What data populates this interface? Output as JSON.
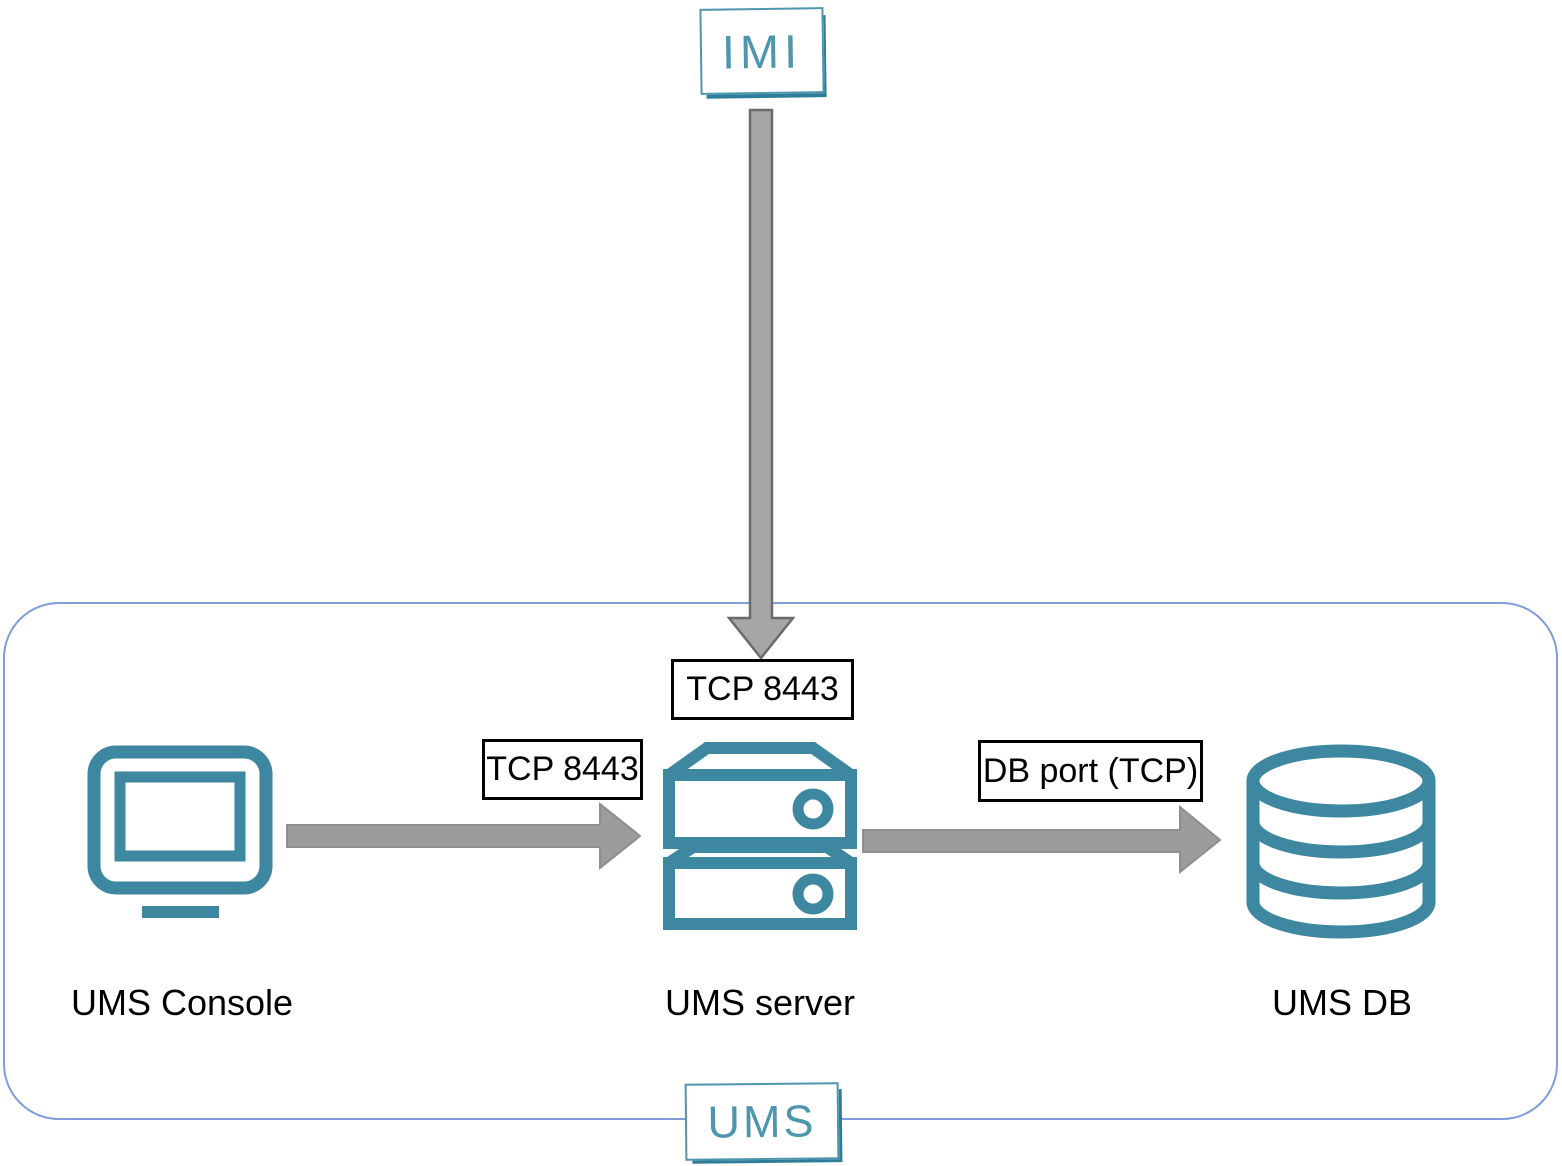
{
  "nodes": {
    "imi": {
      "label": "IMI"
    },
    "ums_console": {
      "label": "UMS Console",
      "icon": "monitor-icon"
    },
    "ums_server": {
      "label": "UMS server",
      "icon": "server-icon"
    },
    "ums_db": {
      "label": "UMS DB",
      "icon": "database-icon"
    },
    "ums_group": {
      "label": "UMS"
    }
  },
  "edges": {
    "imi_to_server": {
      "from": "IMI",
      "to": "UMS server",
      "label": "TCP 8443",
      "direction": "down"
    },
    "console_to_server": {
      "from": "UMS Console",
      "to": "UMS server",
      "label": "TCP 8443",
      "direction": "right"
    },
    "server_to_db": {
      "from": "UMS server",
      "to": "UMS DB",
      "label": "DB port (TCP)",
      "direction": "right"
    }
  },
  "colors": {
    "icon_teal": "#3E87A0",
    "logo_teal": "#4E96AE",
    "logo_shadow_teal": "#2E7D98",
    "boundary_border_blue": "#7F9DDB",
    "arrow_gray_fill": "#A0A0A0",
    "arrow_gray_outline": "#6B6B6B",
    "port_label_border": "#000000",
    "text_black": "#000000",
    "background": "#FFFFFF"
  }
}
